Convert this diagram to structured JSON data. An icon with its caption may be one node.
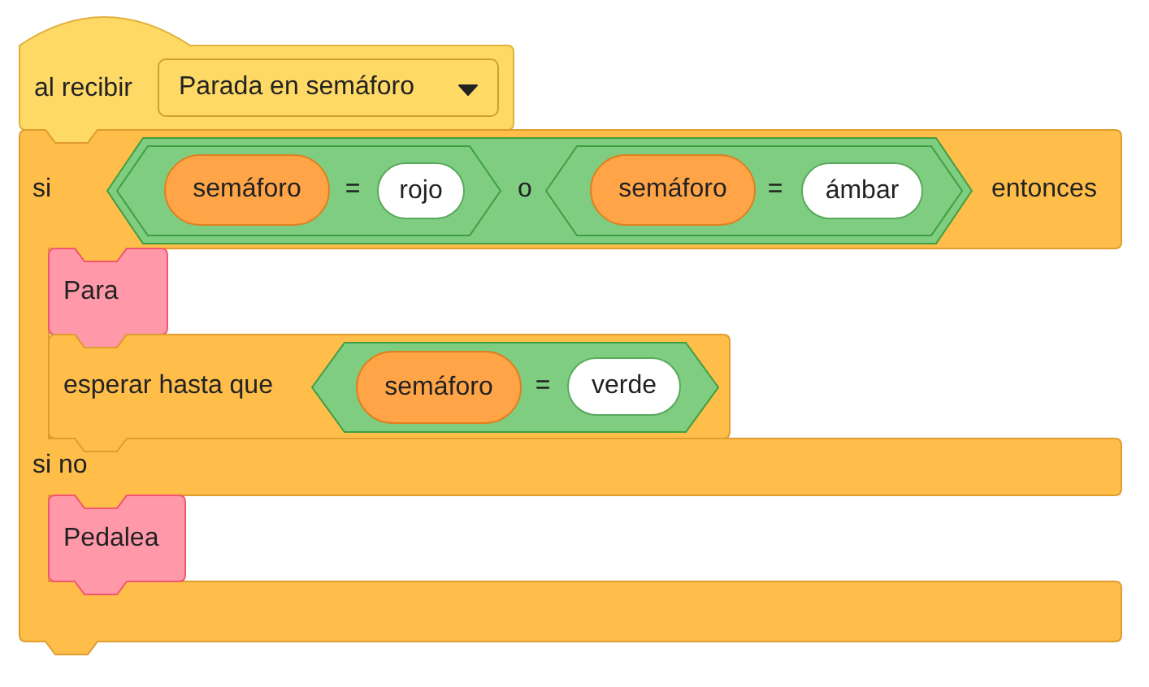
{
  "diagram": {
    "nodes": [
      {
        "text": [
          "al recibir"
        ]
      },
      {
        "text": [
          "Parada en semáforo"
        ],
        "in": 0
      },
      {
        "text": [
          "si",
          "entonces",
          "si no"
        ]
      },
      {
        "text": [
          "o"
        ],
        "in": 2
      },
      {
        "text": [
          "="
        ],
        "in": 3
      },
      {
        "text": [
          "semáforo"
        ],
        "in": 4
      },
      {
        "text": [
          "rojo"
        ],
        "in": 4
      },
      {
        "text": [
          "="
        ],
        "in": 3
      },
      {
        "text": [
          "semáforo"
        ],
        "in": 7
      },
      {
        "text": [
          "ámbar"
        ],
        "in": 7
      },
      {
        "text": [
          "Para"
        ],
        "in": 2
      },
      {
        "text": [
          "esperar hasta que"
        ],
        "in": 2
      },
      {
        "text": [
          "="
        ],
        "in": 11
      },
      {
        "text": [
          "semáforo"
        ],
        "in": 12
      },
      {
        "text": [
          "verde"
        ],
        "in": 12
      },
      {
        "text": [
          "Pedalea"
        ],
        "in": 2
      }
    ]
  }
}
